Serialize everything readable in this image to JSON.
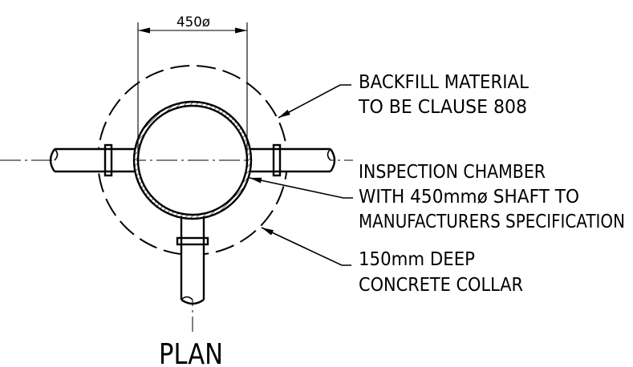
{
  "colors": {
    "ink": "#000000",
    "paper": "#ffffff"
  },
  "dimension": {
    "label": "450ø"
  },
  "annotations": {
    "backfill": [
      "BACKFILL MATERIAL",
      "TO BE CLAUSE 808"
    ],
    "chamber": [
      "INSPECTION CHAMBER",
      "WITH 450mmø SHAFT TO",
      "MANUFACTURERS SPECIFICATION"
    ],
    "collar": [
      "150mm DEEP",
      "CONCRETE COLLAR"
    ]
  },
  "view_title": "PLAN"
}
